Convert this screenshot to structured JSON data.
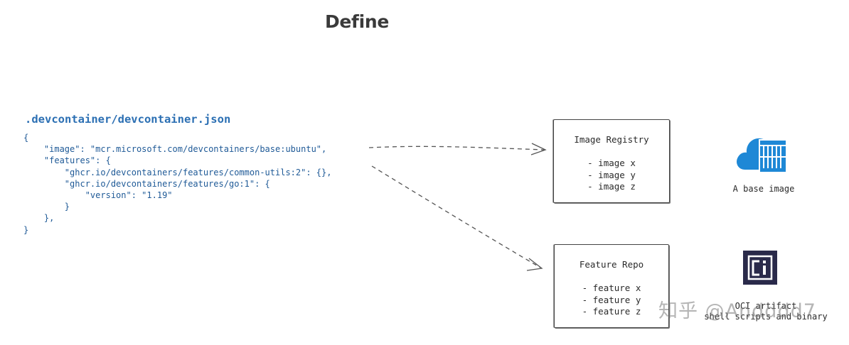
{
  "title": "Define",
  "file": {
    "name": ".devcontainer/devcontainer.json",
    "code_lines": [
      "{",
      "    \"image\": \"mcr.microsoft.com/devcontainers/base:ubuntu\",",
      "    \"features\": {",
      "        \"ghcr.io/devcontainers/features/common-utils:2\": {},",
      "        \"ghcr.io/devcontainers/features/go:1\": {",
      "            \"version\": \"1.19\"",
      "        }",
      "    },",
      "}"
    ]
  },
  "registry_box": {
    "title": "Image Registry",
    "items": [
      "- image x",
      "- image y",
      "- image z"
    ]
  },
  "feature_box": {
    "title": "Feature Repo",
    "items": [
      "- feature x",
      "- feature y",
      "- feature z"
    ]
  },
  "base_image": {
    "label": "A base image",
    "icon": "cloud-container-icon",
    "color": "#1e88d6"
  },
  "oci": {
    "label_line1": "OCI artifact",
    "label_line2": "shell scripts and binary",
    "icon": "ci-logo-icon",
    "color": "#2a2a4a"
  },
  "watermark": "知乎 @Andddd7"
}
